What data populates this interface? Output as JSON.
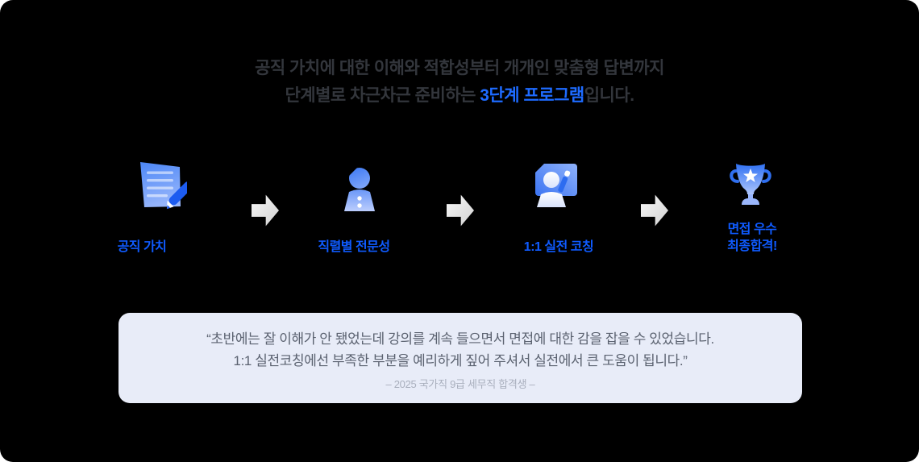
{
  "frame": {
    "background_color": "#000000",
    "accent_blue": "#1e6bff",
    "label_blue": "#0f5bff"
  },
  "heading": {
    "line1": "공직 가치에 대한 이해와 적합성부터 개개인 맞춤형 답변까지",
    "line2_prefix": "단계별로 차근차근 준비하는 ",
    "line2_highlight": "3단계 프로그램",
    "line2_suffix": "입니다.",
    "text_color": "#33363c",
    "highlight_color": "#1e6bff"
  },
  "steps": [
    {
      "icon": "document-pencil-icon",
      "label": "공직 가치"
    },
    {
      "icon": "person-icon",
      "label": "직렬별 전문성"
    },
    {
      "icon": "coaching-board-icon",
      "label": "1:1 실전 코칭"
    },
    {
      "icon": "trophy-icon",
      "label": "면접 우수\n최종합격!"
    }
  ],
  "testimonial": {
    "line1": "“초반에는 잘 이해가 안 됐었는데 강의를 계속 들으면서  면접에 대한 감을 잡을 수 있었습니다.",
    "line2": "1:1 실전코칭에선 부족한 부분을 예리하게 짚어 주셔서 실전에서 큰 도움이 됩니다.”",
    "attribution": "– 2025 국가직 9급 세무직 합격생 –",
    "box_color": "#e8ecf8",
    "text_color": "#5b6270",
    "attribution_color": "#a9afbd"
  }
}
